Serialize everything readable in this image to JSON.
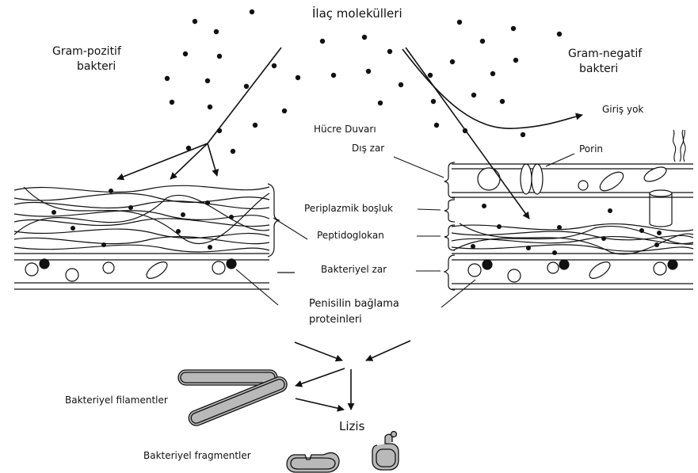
{
  "labels": {
    "drug_molecules": "İlaç molekülleri",
    "gram_positive_line1": "Gram-pozitif",
    "gram_positive_line2": "bakteri",
    "gram_negative_line1": "Gram-negatif",
    "gram_negative_line2": "bakteri",
    "no_entry": "Giriş yok",
    "cell_wall": "Hücre Duvarı",
    "outer_membrane": "Dış zar",
    "porin": "Porin",
    "periplasmic_space": "Periplazmik boşluk",
    "peptidoglycan": "Peptidoglokan",
    "bacterial_membrane": "Bakteriyel zar",
    "pbp_line1": "Penisilin bağlama",
    "pbp_line2": "proteinleri",
    "bacterial_filaments": "Bakteriyel filamentler",
    "lysis": "Lizis",
    "bacterial_fragments": "Bakteriyel fragmentler"
  },
  "colors": {
    "ink": "#111111",
    "filament_fill": "#b9b9b9",
    "background": "#ffffff"
  }
}
